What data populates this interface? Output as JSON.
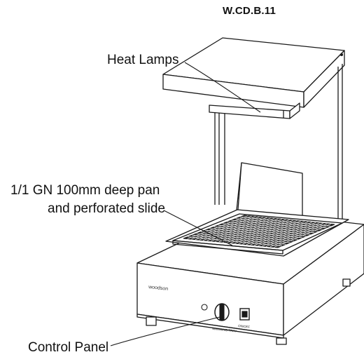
{
  "model_code": "W.CD.B.11",
  "callouts": {
    "heat_lamps": "Heat Lamps",
    "pan_line1": "1/1 GN 100mm deep pan",
    "pan_line2": "and perforated slide",
    "control_panel": "Control Panel"
  },
  "panel_text": {
    "brand": "woodson",
    "dial_label": "WARMING TRAY",
    "switch_label": "ON/OFF"
  },
  "colors": {
    "line": "#1a1a1a",
    "grid_fill": "#2b2b2b",
    "background": "#ffffff"
  }
}
